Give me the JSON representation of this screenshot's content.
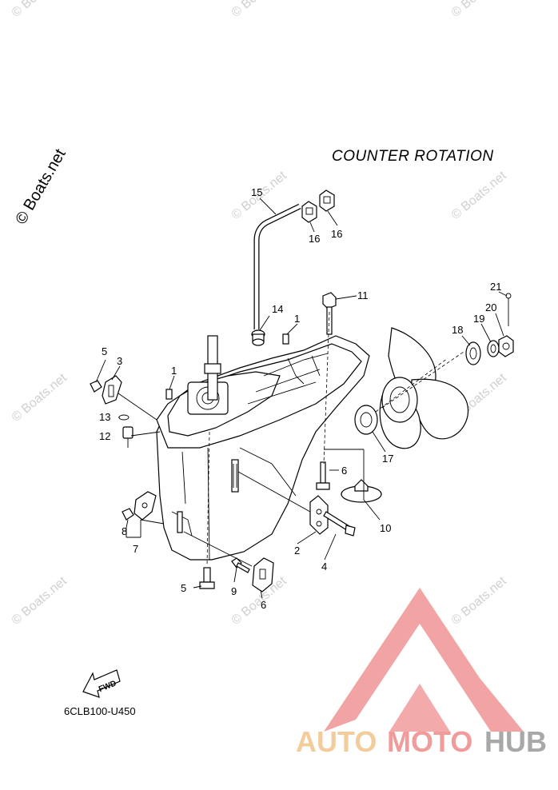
{
  "diagram_title": "COUNTER ROTATION",
  "diagram_code": "6CLB100-U450",
  "fwd_label": "FWD",
  "corner_watermark": "© Boats.net",
  "watermark_tile": "© Boats.net",
  "brand": {
    "part1": "AUTO",
    "part2": "MOTO",
    "part3": "HUB"
  },
  "callouts": {
    "c1a": "1",
    "c1b": "1",
    "c2": "2",
    "c3": "3",
    "c4": "4",
    "c5a": "5",
    "c5b": "5",
    "c6a": "6",
    "c6b": "6",
    "c7": "7",
    "c8": "8",
    "c9": "9",
    "c10": "10",
    "c11": "11",
    "c12": "12",
    "c13": "13",
    "c14": "14",
    "c15": "15",
    "c16a": "16",
    "c16b": "16",
    "c17": "17",
    "c18": "18",
    "c19": "19",
    "c20": "20",
    "c21": "21"
  },
  "colors": {
    "brand_triangle": "#e33a3a",
    "brand_auto": "#f2c48a",
    "brand_moto": "#f08a8a",
    "brand_hub": "#9a9a9a",
    "watermark": "#d0d0d0"
  }
}
